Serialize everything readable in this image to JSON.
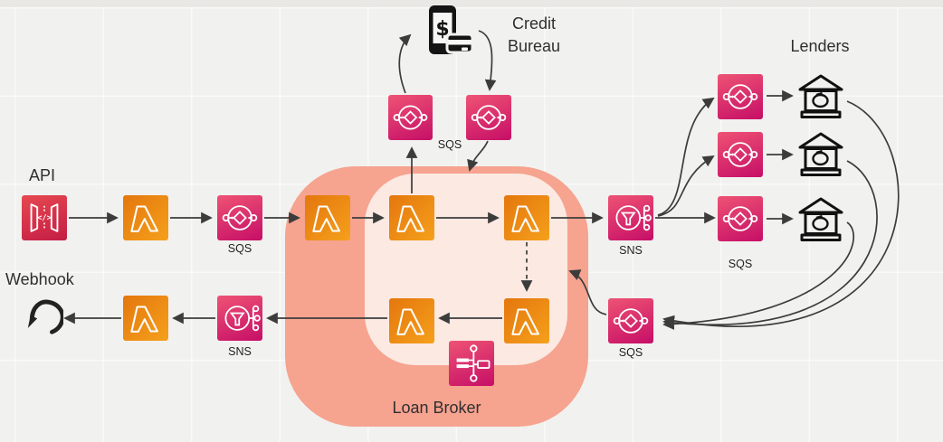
{
  "diagram": {
    "type": "aws-architecture",
    "name": "Loan Broker integration diagram",
    "background_color": "#f1f1ef"
  },
  "labels": {
    "api": "API",
    "webhook": "Webhook",
    "credit_bureau": "Credit Bureau",
    "lenders": "Lenders",
    "loan_broker": "Loan Broker",
    "sqs": "SQS",
    "sns": "SNS"
  },
  "colors": {
    "lambda_gradient": [
      "#e4770e",
      "#f5a01b"
    ],
    "messaging_gradient": [
      "#ee5374",
      "#c60e67"
    ],
    "api_gateway_gradient": [
      "#e64a50",
      "#c41c45"
    ],
    "loan_broker_outer": "#f6a38f",
    "loan_broker_inner": "#fbe9e2",
    "connector": "#3c3c3c"
  },
  "nodes": [
    {
      "id": "api-gateway",
      "service": "API Gateway",
      "icon": "api-gateway-icon"
    },
    {
      "id": "lambda-api-handler",
      "service": "Lambda",
      "icon": "lambda-icon"
    },
    {
      "id": "sqs-request-queue",
      "service": "SQS",
      "icon": "sqs-icon",
      "label": "SQS"
    },
    {
      "id": "lambda-broker-entry",
      "service": "Lambda",
      "icon": "lambda-icon",
      "container": "Loan Broker"
    },
    {
      "id": "lambda-credit-request",
      "service": "Lambda",
      "icon": "lambda-icon",
      "container": "Loan Broker"
    },
    {
      "id": "sqs-credit-out",
      "service": "SQS",
      "icon": "sqs-icon",
      "label": "SQS"
    },
    {
      "id": "credit-bureau",
      "service": "external system",
      "icon": "mobile-payment-icon",
      "label": "Credit Bureau"
    },
    {
      "id": "sqs-credit-in",
      "service": "SQS",
      "icon": "sqs-icon",
      "label": "SQS"
    },
    {
      "id": "lambda-credit-processor",
      "service": "Lambda",
      "icon": "lambda-icon",
      "container": "Loan Broker"
    },
    {
      "id": "sns-lender-fanout",
      "service": "SNS",
      "icon": "sns-icon",
      "label": "SNS"
    },
    {
      "id": "sqs-lender-1",
      "service": "SQS",
      "icon": "sqs-icon",
      "label": "SQS"
    },
    {
      "id": "sqs-lender-2",
      "service": "SQS",
      "icon": "sqs-icon",
      "label": "SQS"
    },
    {
      "id": "sqs-lender-3",
      "service": "SQS",
      "icon": "sqs-icon",
      "label": "SQS"
    },
    {
      "id": "bank-lender-1",
      "service": "lender bank",
      "icon": "bank-icon",
      "label": "Lenders"
    },
    {
      "id": "bank-lender-2",
      "service": "lender bank",
      "icon": "bank-icon",
      "label": "Lenders"
    },
    {
      "id": "bank-lender-3",
      "service": "lender bank",
      "icon": "bank-icon",
      "label": "Lenders"
    },
    {
      "id": "sqs-quote-responses",
      "service": "SQS",
      "icon": "sqs-icon",
      "label": "SQS"
    },
    {
      "id": "lambda-quote-aggregator",
      "service": "Lambda",
      "icon": "lambda-icon",
      "container": "Loan Broker"
    },
    {
      "id": "lambda-response-builder",
      "service": "Lambda",
      "icon": "lambda-icon",
      "container": "Loan Broker"
    },
    {
      "id": "step-functions-workflow",
      "service": "Step Functions",
      "icon": "step-functions-icon",
      "container": "Loan Broker"
    },
    {
      "id": "sns-webhook-topic",
      "service": "SNS",
      "icon": "sns-icon",
      "label": "SNS"
    },
    {
      "id": "lambda-webhook-notifier",
      "service": "Lambda",
      "icon": "lambda-icon"
    },
    {
      "id": "webhook-endpoint",
      "service": "callback",
      "icon": "return-arrow-icon",
      "label": "Webhook"
    }
  ],
  "edges": [
    "api-gateway -> lambda-api-handler",
    "lambda-api-handler -> sqs-request-queue",
    "sqs-request-queue -> lambda-broker-entry",
    "lambda-broker-entry -> lambda-credit-request",
    "lambda-credit-request -> sqs-credit-out",
    "sqs-credit-out -> credit-bureau",
    "credit-bureau -> sqs-credit-in",
    "sqs-credit-in -> loan-broker (lambda-credit-processor)",
    "lambda-credit-request -> lambda-credit-processor",
    "lambda-credit-processor -> sns-lender-fanout",
    "lambda-credit-processor -> lambda-quote-aggregator (dashed)",
    "sns-lender-fanout -> sqs-lender-1",
    "sns-lender-fanout -> sqs-lender-2",
    "sns-lender-fanout -> sqs-lender-3",
    "sqs-lender-1 -> bank-lender-1",
    "sqs-lender-2 -> bank-lender-2",
    "sqs-lender-3 -> bank-lender-3",
    "bank-lender-1 -> sqs-quote-responses",
    "bank-lender-2 -> sqs-quote-responses",
    "bank-lender-3 -> sqs-quote-responses",
    "sqs-quote-responses -> loan-broker (lambda-quote-aggregator)",
    "lambda-quote-aggregator -> lambda-response-builder",
    "lambda-response-builder -> sns-webhook-topic",
    "sns-webhook-topic -> lambda-webhook-notifier",
    "lambda-webhook-notifier -> webhook-endpoint"
  ]
}
